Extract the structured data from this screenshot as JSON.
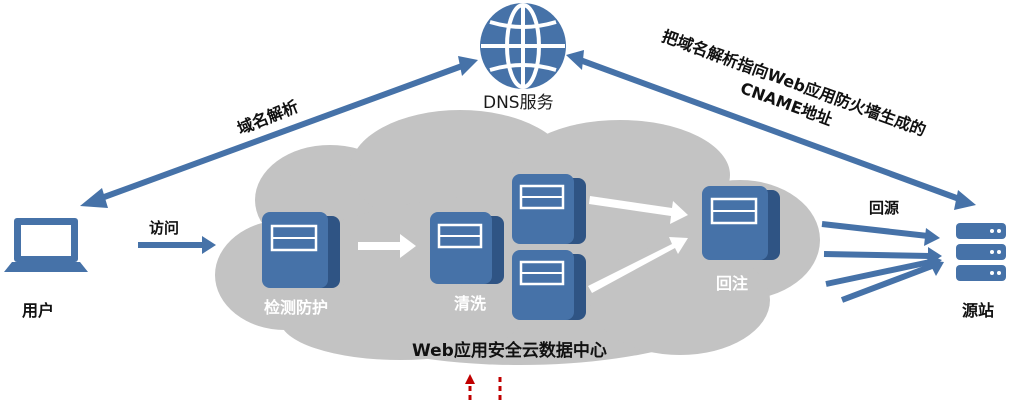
{
  "colors": {
    "accent_blue": "#4672a8",
    "server_dark": "#2f5484",
    "cloud_gray": "#c3c3c3",
    "arrow_white": "#ffffff",
    "dashed_red": "#c00000"
  },
  "nodes": {
    "dns": {
      "label": "DNS服务",
      "icon": "globe-icon"
    },
    "user": {
      "label": "用户",
      "icon": "laptop-icon"
    },
    "origin": {
      "label": "源站",
      "icon": "server-stack-icon"
    },
    "detect": {
      "label": "检测防护",
      "icon": "server-icon"
    },
    "clean": {
      "label": "清洗",
      "icon": "server-icon"
    },
    "reinject": {
      "label": "回注",
      "icon": "server-icon"
    },
    "cloud": {
      "label": "Web应用安全云数据中心",
      "icon": "cloud-icon"
    }
  },
  "edges": {
    "dns_resolve": "域名解析",
    "visit": "访问",
    "back_to_origin": "回源",
    "cname_line1": "把域名解析指向Web应用防火墙生成的",
    "cname_line2": "CNAME地址"
  }
}
